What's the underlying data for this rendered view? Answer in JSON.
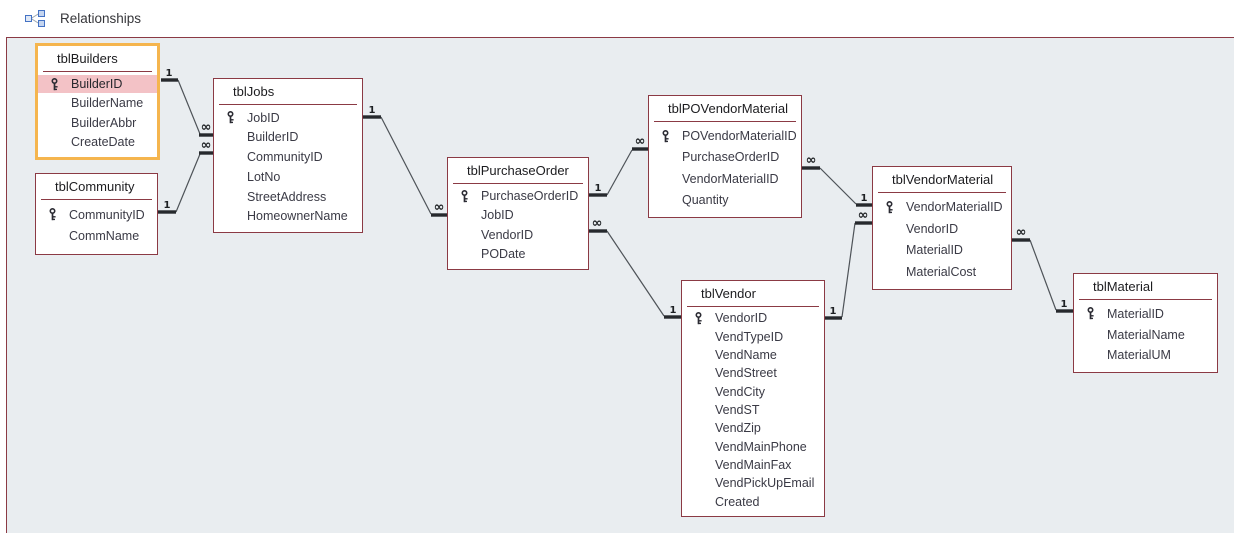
{
  "header": {
    "title": "Relationships",
    "icon": "relationships-diagram-icon"
  },
  "colors": {
    "table_border": "#8b3a44",
    "selected_table_border": "#f5b54e",
    "pk_row_highlight": "#f3c2c6",
    "canvas_bg": "#e9edf0",
    "connector": "#4e5358"
  },
  "tables": [
    {
      "name": "tblBuilders",
      "selected": true,
      "fields": [
        {
          "name": "BuilderID",
          "pk": true,
          "highlighted": true
        },
        {
          "name": "BuilderName"
        },
        {
          "name": "BuilderAbbr"
        },
        {
          "name": "CreateDate"
        }
      ]
    },
    {
      "name": "tblCommunity",
      "fields": [
        {
          "name": "CommunityID",
          "pk": true
        },
        {
          "name": "CommName"
        }
      ]
    },
    {
      "name": "tblJobs",
      "fields": [
        {
          "name": "JobID",
          "pk": true
        },
        {
          "name": "BuilderID"
        },
        {
          "name": "CommunityID"
        },
        {
          "name": "LotNo"
        },
        {
          "name": "StreetAddress"
        },
        {
          "name": "HomeownerName"
        }
      ]
    },
    {
      "name": "tblPurchaseOrder",
      "fields": [
        {
          "name": "PurchaseOrderID",
          "pk": true
        },
        {
          "name": "JobID"
        },
        {
          "name": "VendorID"
        },
        {
          "name": "PODate"
        }
      ]
    },
    {
      "name": "tblPOVendorMaterial",
      "fields": [
        {
          "name": "POVendorMaterialID",
          "pk": true
        },
        {
          "name": "PurchaseOrderID"
        },
        {
          "name": "VendorMaterialID"
        },
        {
          "name": "Quantity"
        }
      ]
    },
    {
      "name": "tblVendor",
      "fields": [
        {
          "name": "VendorID",
          "pk": true
        },
        {
          "name": "VendTypeID"
        },
        {
          "name": "VendName"
        },
        {
          "name": "VendStreet"
        },
        {
          "name": "VendCity"
        },
        {
          "name": "VendST"
        },
        {
          "name": "VendZip"
        },
        {
          "name": "VendMainPhone"
        },
        {
          "name": "VendMainFax"
        },
        {
          "name": "VendPickUpEmail"
        },
        {
          "name": "Created"
        }
      ]
    },
    {
      "name": "tblVendorMaterial",
      "fields": [
        {
          "name": "VendorMaterialID",
          "pk": true
        },
        {
          "name": "VendorID"
        },
        {
          "name": "MaterialID"
        },
        {
          "name": "MaterialCost"
        }
      ]
    },
    {
      "name": "tblMaterial",
      "fields": [
        {
          "name": "MaterialID",
          "pk": true
        },
        {
          "name": "MaterialName"
        },
        {
          "name": "MaterialUM"
        }
      ]
    }
  ],
  "relationships": [
    {
      "one_table": "tblBuilders",
      "many_table": "tblJobs",
      "one_label": "1",
      "many_label": "∞"
    },
    {
      "one_table": "tblCommunity",
      "many_table": "tblJobs",
      "one_label": "1",
      "many_label": "∞"
    },
    {
      "one_table": "tblJobs",
      "many_table": "tblPurchaseOrder",
      "one_label": "1",
      "many_label": "∞"
    },
    {
      "one_table": "tblPurchaseOrder",
      "many_table": "tblPOVendorMaterial",
      "one_label": "1",
      "many_label": "∞"
    },
    {
      "one_table": "tblVendor",
      "many_table": "tblPurchaseOrder",
      "one_label": "1",
      "many_label": "∞"
    },
    {
      "one_table": "tblVendorMaterial",
      "many_table": "tblPOVendorMaterial",
      "one_label": "1",
      "many_label": "∞"
    },
    {
      "one_table": "tblVendor",
      "many_table": "tblVendorMaterial",
      "one_label": "1",
      "many_label": "∞"
    },
    {
      "one_table": "tblMaterial",
      "many_table": "tblVendorMaterial",
      "one_label": "1",
      "many_label": "∞"
    }
  ]
}
